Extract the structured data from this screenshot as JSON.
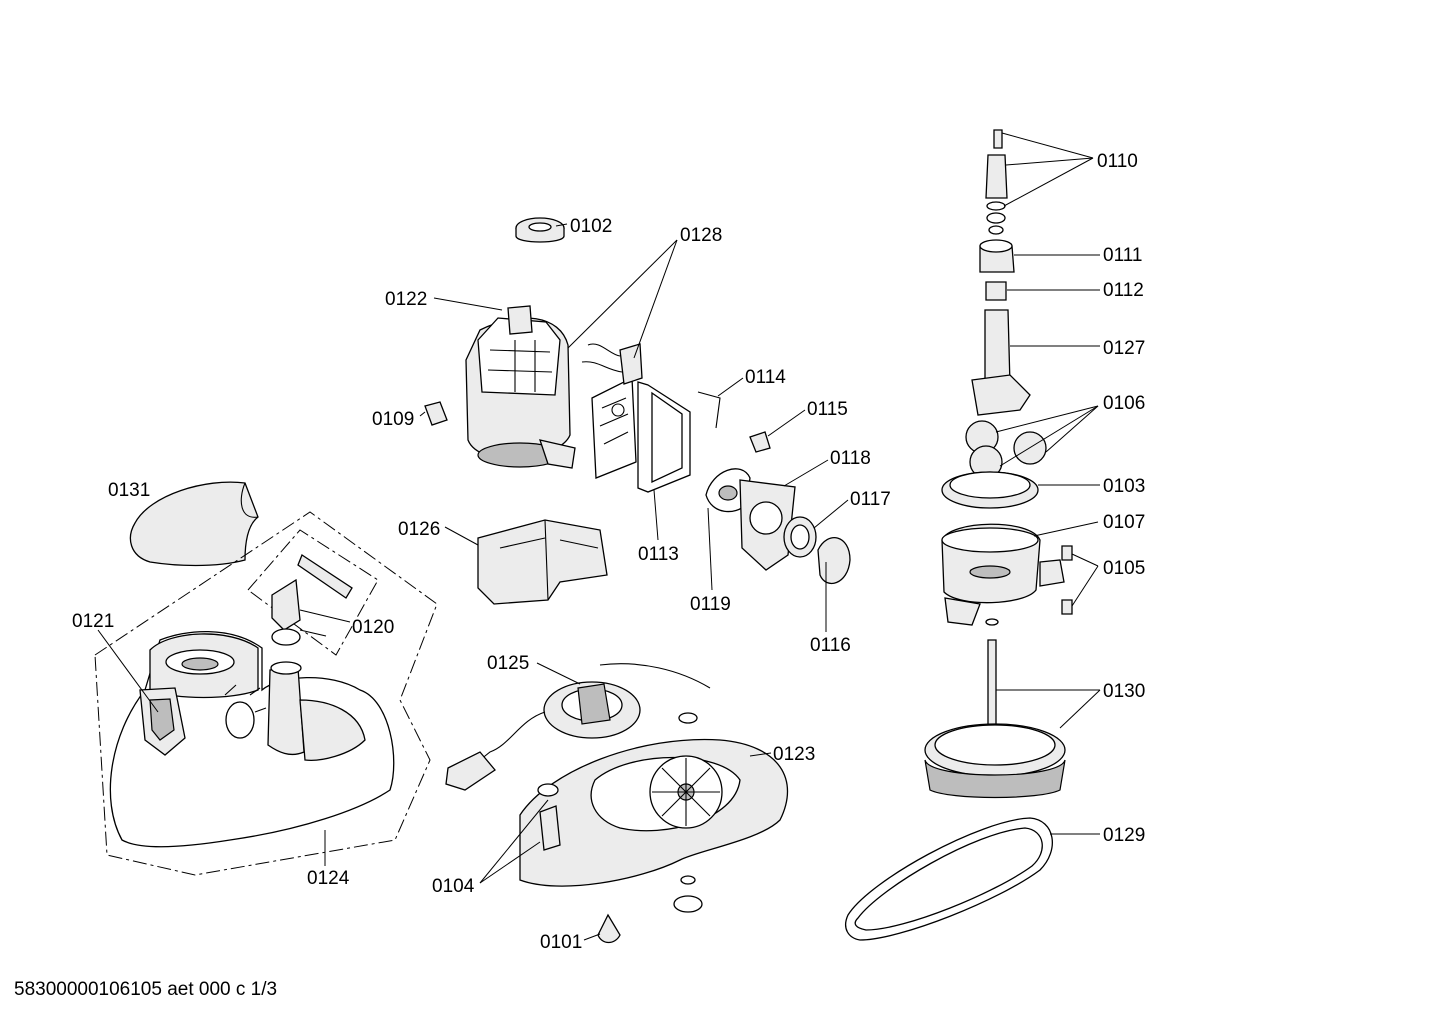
{
  "labels": {
    "p0101": "0101",
    "p0102": "0102",
    "p0103": "0103",
    "p0104": "0104",
    "p0105": "0105",
    "p0106": "0106",
    "p0107": "0107",
    "p0109": "0109",
    "p0110": "0110",
    "p0111": "0111",
    "p0112": "0112",
    "p0113": "0113",
    "p0114": "0114",
    "p0115": "0115",
    "p0116": "0116",
    "p0117": "0117",
    "p0118": "0118",
    "p0119": "0119",
    "p0120": "0120",
    "p0121": "0121",
    "p0122": "0122",
    "p0123": "0123",
    "p0124": "0124",
    "p0125": "0125",
    "p0126": "0126",
    "p0127": "0127",
    "p0128": "0128",
    "p0129": "0129",
    "p0130": "0130",
    "p0131": "0131"
  },
  "footer": "58300000106105 aet 000 c 1/3"
}
